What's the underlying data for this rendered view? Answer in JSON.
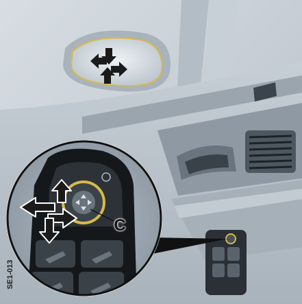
{
  "figure": {
    "callout_label": "C",
    "figure_code": "SE1-013"
  },
  "colors": {
    "background": "#cfd6dc",
    "panel": "#b8c2cb",
    "panel_dark": "#6f7a85",
    "highlight_ring": "#d9b949",
    "arrow": "#1b1b1b",
    "switch_black": "#15181b"
  },
  "icons": {
    "mirror_adjust": "rotate-arrows-icon",
    "mirror_switch": "mirror-selector-knob"
  }
}
